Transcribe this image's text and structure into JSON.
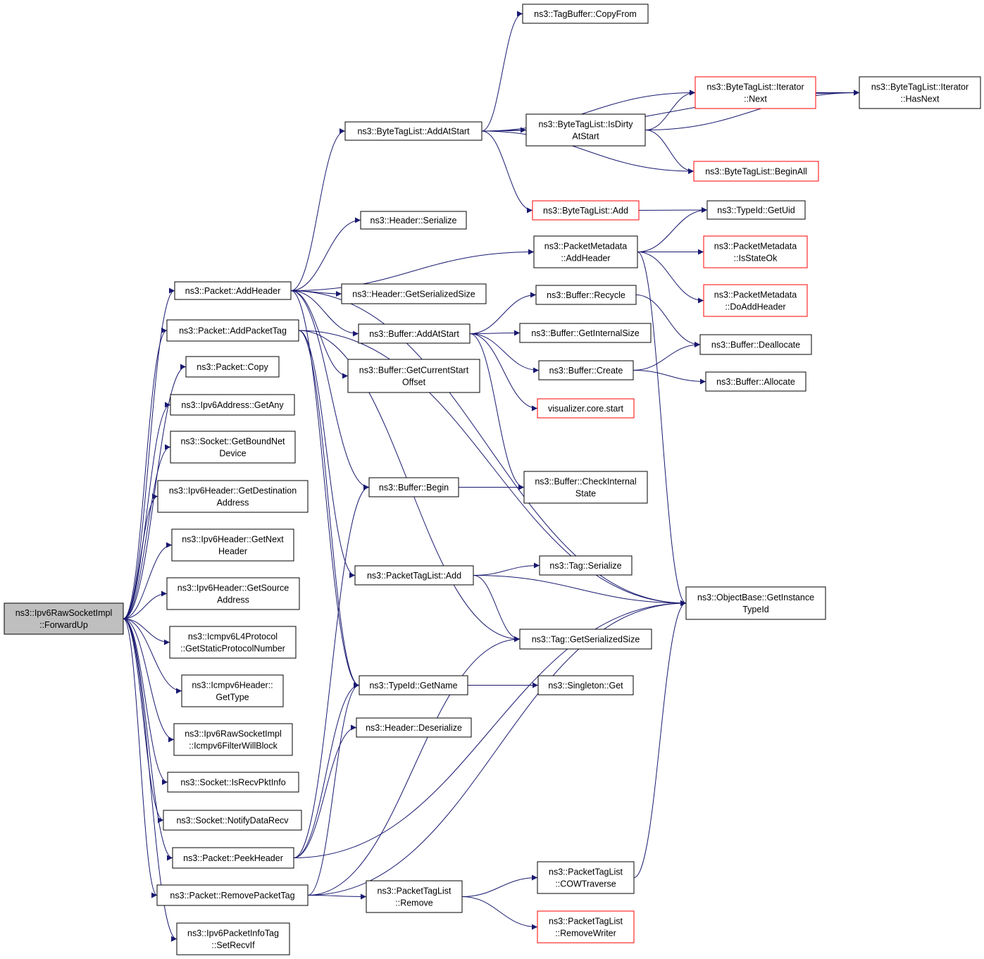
{
  "diagram": {
    "type": "call-graph",
    "edge_color": "#191970",
    "root_fill": "#bfbfbf",
    "truncated_border": "#ff0000",
    "nodes": [
      {
        "id": "root",
        "lines": [
          "ns3::Ipv6RawSocketImpl",
          "::ForwardUp"
        ],
        "root": true
      },
      {
        "id": "addheader",
        "lines": [
          "ns3::Packet::AddHeader"
        ]
      },
      {
        "id": "addpackettag",
        "lines": [
          "ns3::Packet::AddPacketTag"
        ]
      },
      {
        "id": "copy",
        "lines": [
          "ns3::Packet::Copy"
        ]
      },
      {
        "id": "getany",
        "lines": [
          "ns3::Ipv6Address::GetAny"
        ]
      },
      {
        "id": "getboundnet",
        "lines": [
          "ns3::Socket::GetBoundNet",
          "Device"
        ]
      },
      {
        "id": "getdest",
        "lines": [
          "ns3::Ipv6Header::GetDestination",
          "Address"
        ]
      },
      {
        "id": "getnext",
        "lines": [
          "ns3::Ipv6Header::GetNext",
          "Header"
        ]
      },
      {
        "id": "getsource",
        "lines": [
          "ns3::Ipv6Header::GetSource",
          "Address"
        ]
      },
      {
        "id": "getstatic",
        "lines": [
          "ns3::Icmpv6L4Protocol",
          "::GetStaticProtocolNumber"
        ]
      },
      {
        "id": "gettype",
        "lines": [
          "ns3::Icmpv6Header::",
          "GetType"
        ]
      },
      {
        "id": "icmpfilter",
        "lines": [
          "ns3::Ipv6RawSocketImpl",
          "::Icmpv6FilterWillBlock"
        ]
      },
      {
        "id": "isrecv",
        "lines": [
          "ns3::Socket::IsRecvPktInfo"
        ]
      },
      {
        "id": "notify",
        "lines": [
          "ns3::Socket::NotifyDataRecv"
        ]
      },
      {
        "id": "peekheader",
        "lines": [
          "ns3::Packet::PeekHeader"
        ]
      },
      {
        "id": "removepackettag",
        "lines": [
          "ns3::Packet::RemovePacketTag"
        ]
      },
      {
        "id": "setrecvif",
        "lines": [
          "ns3::Ipv6PacketInfoTag",
          "::SetRecvIf"
        ]
      },
      {
        "id": "btl_addatstart",
        "lines": [
          "ns3::ByteTagList::AddAtStart"
        ]
      },
      {
        "id": "hdr_serialize",
        "lines": [
          "ns3::Header::Serialize"
        ]
      },
      {
        "id": "hdr_getsersize",
        "lines": [
          "ns3::Header::GetSerializedSize"
        ]
      },
      {
        "id": "buf_addatstart",
        "lines": [
          "ns3::Buffer::AddAtStart"
        ]
      },
      {
        "id": "buf_getcurstart",
        "lines": [
          "ns3::Buffer::GetCurrentStart",
          "Offset"
        ]
      },
      {
        "id": "buf_begin",
        "lines": [
          "ns3::Buffer::Begin"
        ]
      },
      {
        "id": "ptl_add",
        "lines": [
          "ns3::PacketTagList::Add"
        ]
      },
      {
        "id": "typeid_getname",
        "lines": [
          "ns3::TypeId::GetName"
        ]
      },
      {
        "id": "hdr_deserialize",
        "lines": [
          "ns3::Header::Deserialize"
        ]
      },
      {
        "id": "ptl_remove",
        "lines": [
          "ns3::PacketTagList",
          "::Remove"
        ]
      },
      {
        "id": "tb_copyfrom",
        "lines": [
          "ns3::TagBuffer::CopyFrom"
        ]
      },
      {
        "id": "btl_isdirty",
        "lines": [
          "ns3::ByteTagList::IsDirty",
          "AtStart"
        ]
      },
      {
        "id": "btl_add",
        "lines": [
          "ns3::ByteTagList::Add"
        ],
        "truncated": true
      },
      {
        "id": "pm_addheader",
        "lines": [
          "ns3::PacketMetadata",
          "::AddHeader"
        ]
      },
      {
        "id": "buf_recycle",
        "lines": [
          "ns3::Buffer::Recycle"
        ]
      },
      {
        "id": "buf_getinternal",
        "lines": [
          "ns3::Buffer::GetInternalSize"
        ]
      },
      {
        "id": "buf_create",
        "lines": [
          "ns3::Buffer::Create"
        ]
      },
      {
        "id": "viz_start",
        "lines": [
          "visualizer.core.start"
        ],
        "truncated": true
      },
      {
        "id": "buf_checkinternal",
        "lines": [
          "ns3::Buffer::CheckInternal",
          "State"
        ]
      },
      {
        "id": "tag_serialize",
        "lines": [
          "ns3::Tag::Serialize"
        ]
      },
      {
        "id": "tag_getsersize",
        "lines": [
          "ns3::Tag::GetSerializedSize"
        ]
      },
      {
        "id": "singleton_get",
        "lines": [
          "ns3::Singleton::Get"
        ]
      },
      {
        "id": "ptl_cow",
        "lines": [
          "ns3::PacketTagList",
          "::COWTraverse"
        ]
      },
      {
        "id": "ptl_removewriter",
        "lines": [
          "ns3::PacketTagList",
          "::RemoveWriter"
        ],
        "truncated": true
      },
      {
        "id": "btl_it_next",
        "lines": [
          "ns3::ByteTagList::Iterator",
          "::Next"
        ],
        "truncated": true
      },
      {
        "id": "btl_it_hasnext",
        "lines": [
          "ns3::ByteTagList::Iterator",
          "::HasNext"
        ]
      },
      {
        "id": "btl_beginall",
        "lines": [
          "ns3::ByteTagList::BeginAll"
        ],
        "truncated": true
      },
      {
        "id": "typeid_getuid",
        "lines": [
          "ns3::TypeId::GetUid"
        ]
      },
      {
        "id": "pm_isstateok",
        "lines": [
          "ns3::PacketMetadata",
          "::IsStateOk"
        ],
        "truncated": true
      },
      {
        "id": "pm_doaddheader",
        "lines": [
          "ns3::PacketMetadata",
          "::DoAddHeader"
        ],
        "truncated": true
      },
      {
        "id": "buf_dealloc",
        "lines": [
          "ns3::Buffer::Deallocate"
        ]
      },
      {
        "id": "buf_alloc",
        "lines": [
          "ns3::Buffer::Allocate"
        ]
      },
      {
        "id": "ob_getinst",
        "lines": [
          "ns3::ObjectBase::GetInstance",
          "TypeId"
        ]
      }
    ],
    "edges": [
      [
        "root",
        "addheader"
      ],
      [
        "root",
        "addpackettag"
      ],
      [
        "root",
        "copy"
      ],
      [
        "root",
        "getany"
      ],
      [
        "root",
        "getboundnet"
      ],
      [
        "root",
        "getdest"
      ],
      [
        "root",
        "getnext"
      ],
      [
        "root",
        "getsource"
      ],
      [
        "root",
        "getstatic"
      ],
      [
        "root",
        "gettype"
      ],
      [
        "root",
        "icmpfilter"
      ],
      [
        "root",
        "isrecv"
      ],
      [
        "root",
        "notify"
      ],
      [
        "root",
        "peekheader"
      ],
      [
        "root",
        "removepackettag"
      ],
      [
        "root",
        "setrecvif"
      ],
      [
        "addheader",
        "btl_addatstart"
      ],
      [
        "addheader",
        "hdr_serialize"
      ],
      [
        "addheader",
        "pm_addheader"
      ],
      [
        "addheader",
        "hdr_getsersize"
      ],
      [
        "addheader",
        "buf_addatstart"
      ],
      [
        "addheader",
        "buf_getcurstart"
      ],
      [
        "addheader",
        "buf_begin"
      ],
      [
        "addheader",
        "typeid_getname"
      ],
      [
        "addheader",
        "ob_getinst"
      ],
      [
        "addpackettag",
        "ptl_add"
      ],
      [
        "addpackettag",
        "typeid_getname"
      ],
      [
        "addpackettag",
        "tag_getsersize"
      ],
      [
        "addpackettag",
        "ob_getinst"
      ],
      [
        "btl_addatstart",
        "tb_copyfrom"
      ],
      [
        "btl_addatstart",
        "btl_it_hasnext"
      ],
      [
        "btl_addatstart",
        "btl_it_next"
      ],
      [
        "btl_addatstart",
        "btl_isdirty"
      ],
      [
        "btl_addatstart",
        "btl_beginall"
      ],
      [
        "btl_addatstart",
        "btl_add"
      ],
      [
        "btl_isdirty",
        "btl_it_next"
      ],
      [
        "btl_isdirty",
        "btl_it_hasnext"
      ],
      [
        "btl_isdirty",
        "btl_beginall"
      ],
      [
        "btl_it_next",
        "btl_it_hasnext"
      ],
      [
        "btl_add",
        "typeid_getuid"
      ],
      [
        "pm_addheader",
        "typeid_getuid"
      ],
      [
        "pm_addheader",
        "pm_isstateok"
      ],
      [
        "pm_addheader",
        "pm_doaddheader"
      ],
      [
        "pm_addheader",
        "ob_getinst"
      ],
      [
        "buf_addatstart",
        "buf_recycle"
      ],
      [
        "buf_addatstart",
        "buf_getinternal"
      ],
      [
        "buf_addatstart",
        "buf_create"
      ],
      [
        "buf_addatstart",
        "viz_start"
      ],
      [
        "buf_addatstart",
        "buf_checkinternal"
      ],
      [
        "buf_recycle",
        "buf_dealloc"
      ],
      [
        "buf_create",
        "buf_dealloc"
      ],
      [
        "buf_create",
        "buf_alloc"
      ],
      [
        "buf_begin",
        "buf_checkinternal"
      ],
      [
        "ptl_add",
        "tag_serialize"
      ],
      [
        "ptl_add",
        "ob_getinst"
      ],
      [
        "ptl_add",
        "tag_getsersize"
      ],
      [
        "typeid_getname",
        "singleton_get"
      ],
      [
        "peekheader",
        "buf_begin"
      ],
      [
        "peekheader",
        "typeid_getname"
      ],
      [
        "peekheader",
        "hdr_deserialize"
      ],
      [
        "peekheader",
        "ob_getinst"
      ],
      [
        "removepackettag",
        "ptl_remove"
      ],
      [
        "removepackettag",
        "typeid_getname"
      ],
      [
        "removepackettag",
        "tag_getsersize"
      ],
      [
        "removepackettag",
        "ob_getinst"
      ],
      [
        "ptl_remove",
        "ptl_cow"
      ],
      [
        "ptl_remove",
        "ptl_removewriter"
      ],
      [
        "ptl_cow",
        "ob_getinst"
      ]
    ]
  }
}
